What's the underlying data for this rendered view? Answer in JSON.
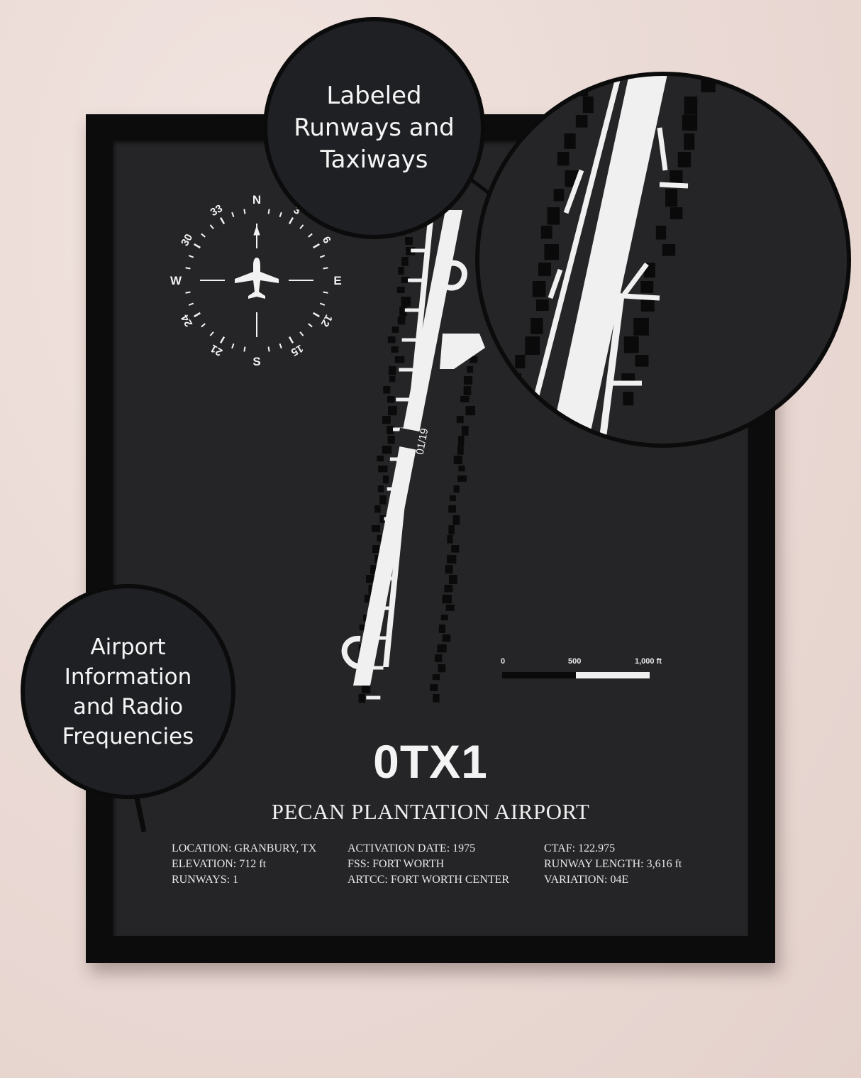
{
  "poster": {
    "code": "0TX1",
    "name": "PECAN PLANTATION AIRPORT",
    "info_col1": [
      "LOCATION: GRANBURY, TX",
      "ELEVATION: 712 ft",
      "RUNWAYS: 1"
    ],
    "info_col2": [
      "ACTIVATION DATE: 1975",
      "FSS: FORT WORTH",
      "ARTCC: FORT WORTH CENTER"
    ],
    "info_col3": [
      "CTAF: 122.975",
      "RUNWAY LENGTH: 3,616 ft",
      "VARIATION: 04E"
    ]
  },
  "compass": {
    "cardinals": [
      "N",
      "E",
      "S",
      "W"
    ],
    "degree_labels": [
      "3",
      "6",
      "12",
      "15",
      "21",
      "24",
      "30",
      "33"
    ]
  },
  "runway": {
    "label": "01/19"
  },
  "scale_bar": {
    "labels": [
      "0",
      "500",
      "1,000 ft"
    ]
  },
  "callouts": {
    "runways": "Labeled\nRunways and\nTaxiways",
    "info": "Airport\nInformation\nand Radio\nFrequencies"
  },
  "colors": {
    "poster_bg": "#252527",
    "frame": "#0c0c0c",
    "wall": "#ecdcd8",
    "map_white": "#f0f0f0"
  }
}
